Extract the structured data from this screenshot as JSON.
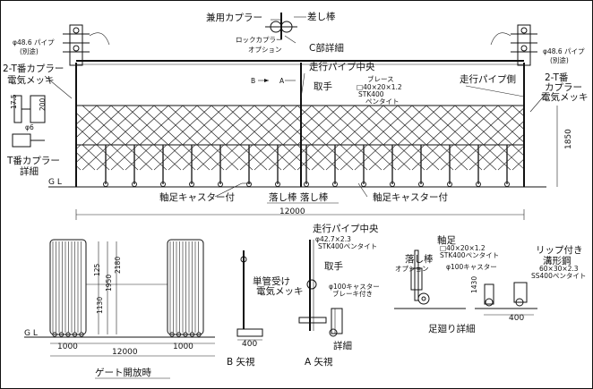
{
  "top": {
    "coupler": "兼用カプラー",
    "pin": "差し棒",
    "lock_coupler": "ロックカプラー",
    "option": "オプション",
    "c_detail": "C部詳細"
  },
  "left_side": {
    "pipe": "φ48.6 パイプ",
    "separate": "(別途)",
    "coupler_2t": "2-T番カプラー",
    "plating": "電気メッキ",
    "dim_175": "17.5",
    "dim_200": "200",
    "dim_6": "φ6",
    "t_coupler": "T番カプラー",
    "detail": "詳細",
    "gl": "G L"
  },
  "right_side": {
    "pipe": "φ48.6 パイプ",
    "separate": "(別途)",
    "coupler_2t": "2-T番",
    "coupler": "カプラー",
    "plating": "電気メッキ",
    "rail_side": "走行パイプ側",
    "height": "1850"
  },
  "front": {
    "rail_center": "走行パイプ中央",
    "b_mark": "B",
    "a_mark": "A",
    "handle": "取手",
    "brace": "ブレース",
    "brace_spec": "□40×20×1.2",
    "brace_mat": "STK400",
    "brace_paint": "ペンタイト",
    "caster_left": "軸足キャスター付",
    "drop_pin": "落し棒 落し棒",
    "caster_right": "軸足キャスター付",
    "width": "12000"
  },
  "open": {
    "gl": "G L",
    "w1": "1000",
    "w2": "1000",
    "total": "12000",
    "dim_125": "125",
    "dim_1950": "1950",
    "dim_1130": "1130",
    "dim_2180": "2180",
    "caption": "ゲート開放時"
  },
  "side": {
    "rail_center": "走行パイプ中央",
    "pipe_spec": "φ42.7×2.3",
    "pipe_mat": "STK400ペンタイト",
    "handle": "取手",
    "tube_recv": "単管受け",
    "plating": "電気メッキ",
    "caster": "φ100キャスター",
    "brake": "ブレーキ付き",
    "dim_400": "400",
    "detail": "詳細",
    "view_b": "B 矢視",
    "view_a": "A 矢視"
  },
  "foot": {
    "axis": "軸足",
    "axis_spec": "□40×20×1.2",
    "axis_mat": "STK400ペンタイト",
    "drop_pin": "落し棒",
    "option": "オプション",
    "caster": "φ100キャスター",
    "lip": "リップ付き",
    "channel": "溝形鋼",
    "channel_spec": "60×30×2.3",
    "channel_mat": "SS400ペンタイト",
    "dim_1430": "1430",
    "dim_400": "400",
    "caption": "足廻り詳細"
  }
}
